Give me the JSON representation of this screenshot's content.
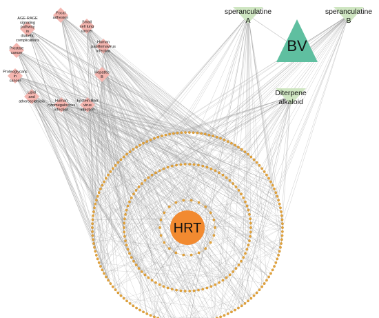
{
  "colors": {
    "edge": "#9a9a9a",
    "pathway_node": "#f4b6b0",
    "compound_node": "#cfe6c2",
    "bv_node": "#5fbfa0",
    "target_node": "#e6a43a",
    "hrt_node": "#f28a30"
  },
  "network": {
    "center_label": "HRT",
    "herb_label": "BV",
    "compounds": [
      {
        "id": "spA",
        "lines": [
          "speranculatine",
          "A"
        ]
      },
      {
        "id": "spB",
        "lines": [
          "speranculatine",
          "B"
        ]
      },
      {
        "id": "dt",
        "lines": [
          "Diterpene",
          "alkaloid"
        ]
      }
    ],
    "pathways": [
      {
        "id": "p1",
        "lines": [
          "AGE-RAGE",
          "signaling",
          "pathway",
          "in",
          "diabetic",
          "complications"
        ]
      },
      {
        "id": "p2",
        "lines": [
          "Focal",
          "adhesion"
        ]
      },
      {
        "id": "p3",
        "lines": [
          "Small",
          "cell lung",
          "cancer"
        ]
      },
      {
        "id": "p4",
        "lines": [
          "Prostate",
          "cancer"
        ]
      },
      {
        "id": "p5",
        "lines": [
          "Human",
          "papillomavirus",
          "infection"
        ]
      },
      {
        "id": "p6",
        "lines": [
          "Proteoglycans",
          "in",
          "cancer"
        ]
      },
      {
        "id": "p7",
        "lines": [
          "Hepatitis",
          "B"
        ]
      },
      {
        "id": "p8",
        "lines": [
          "Lipid",
          "and",
          "atherosclerosis"
        ]
      },
      {
        "id": "p9",
        "lines": [
          "Epstein-Barr",
          "virus",
          "infection"
        ]
      },
      {
        "id": "p10",
        "lines": [
          "Human",
          "cytomegalovirus",
          "infection"
        ]
      }
    ],
    "target_rings": {
      "outer_count": 150,
      "middle_count": 90,
      "inner_count": 22
    }
  }
}
